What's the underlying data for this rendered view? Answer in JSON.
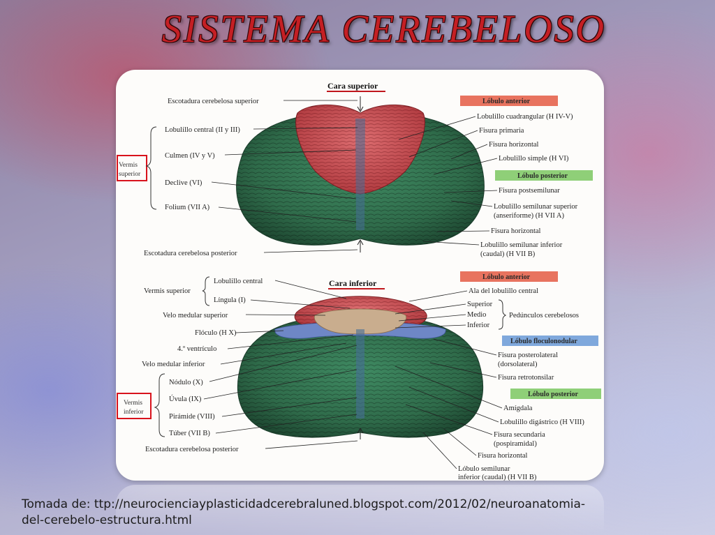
{
  "title": "SISTEMA CEREBELOSO",
  "source": {
    "line1": "Tomada de: ttp://neurocienciayplasticidadcerebraluned.blogspot.com/2012/02/neuroanatomia-",
    "line2": "del-cerebelo-estructura.html"
  },
  "colors": {
    "title": "#c41f24",
    "anterior_box": "#e8735f",
    "posterior_box": "#8fcf78",
    "floculonodular_box": "#7fa8dc",
    "lobe_green": "#2f6b4a",
    "lobe_red": "#c74a4e",
    "vermis_marker": "#d8121c"
  },
  "superior": {
    "header": "Cara superior",
    "vermis_label_1": "Vermis",
    "vermis_label_2": "superior",
    "left_labels": [
      "Escotadura cerebelosa superior",
      "Lobulillo central (II y III)",
      "Culmen (IV y V)",
      "Declive (VI)",
      "Folium (VII A)",
      "Escotadura cerebelosa posterior"
    ],
    "box_anterior": "Lóbulo anterior",
    "box_posterior": "Lóbulo posterior",
    "right_labels_a": [
      "Lobulillo cuadrangular (H IV-V)",
      "Fisura primaria",
      "Fisura horizontal",
      "Lobulillo simple (H VI)"
    ],
    "right_labels_b": [
      "Fisura postsemilunar",
      "Lobulillo semilunar superior",
      "(anseriforme) (H VII A)",
      "Fisura horizontal",
      "Lobulillo semilunar inferior",
      "(caudal) (H VII B)"
    ]
  },
  "inferior": {
    "header": "Cara inferior",
    "vermis_sup_label": "Vermis superior",
    "vermis_label_1": "Vermis",
    "vermis_label_2": "inferior",
    "left_labels": [
      "Lobulillo central",
      "Língula (I)",
      "Velo medular superior",
      "Flóculo (H X)",
      "4.º ventrículo",
      "Velo medular inferior",
      "Nódulo (X)",
      "Úvula (IX)",
      "Pirámide (VIII)",
      "Túber (VII B)",
      "Escotadura cerebelosa posterior"
    ],
    "box_anterior": "Lóbulo anterior",
    "box_floculonodular": "Lóbulo floculonodular",
    "box_posterior": "Lóbulo posterior",
    "right_labels": [
      "Ala del lobulillo central",
      "Superior",
      "Medio",
      "Inferior",
      "Pedúnculos cerebelosos",
      "Fisura posterolateral",
      "(dorsolateral)",
      "Fisura retrotonsilar",
      "Amígdala",
      "Lobulillo digástrico (H VIII)",
      "Fisura secundaria",
      "(pospiramidal)",
      "Fisura horizontal",
      "Lóbulo semilunar",
      "inferior (caudal) (H VII B)"
    ]
  }
}
